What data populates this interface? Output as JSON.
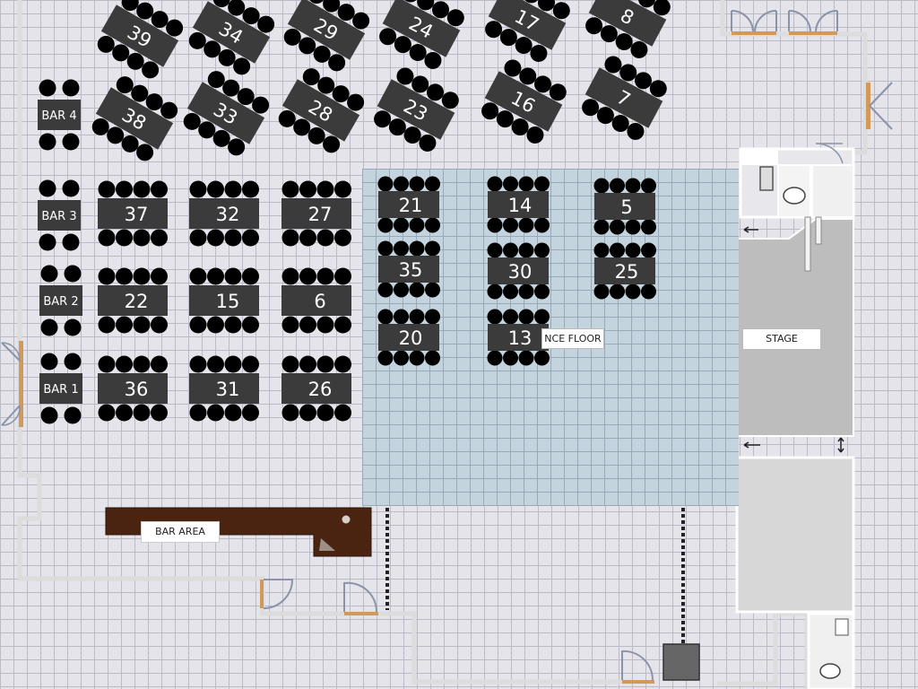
{
  "colors": {
    "table": "#3b3b3b",
    "chair": "#000000",
    "wall": "#dcdcdc",
    "door": "#d29a5a",
    "bar_counter": "#4a2410",
    "stage": "#bdbdbd",
    "dance_floor": "#c4d4de"
  },
  "labels": {
    "dance_floor": "NCE FLOOR",
    "stage": "STAGE",
    "bar_area": "BAR AREA"
  },
  "bars": [
    {
      "label": "BAR 4"
    },
    {
      "label": "BAR 3"
    },
    {
      "label": "BAR 2"
    },
    {
      "label": "BAR 1"
    }
  ],
  "tables": [
    "39",
    "34",
    "29",
    "24",
    "17",
    "8",
    "38",
    "33",
    "28",
    "23",
    "16",
    "7",
    "37",
    "32",
    "27",
    "22",
    "15",
    "6",
    "36",
    "31",
    "26",
    "21",
    "14",
    "5",
    "35",
    "30",
    "25",
    "20",
    "13"
  ]
}
